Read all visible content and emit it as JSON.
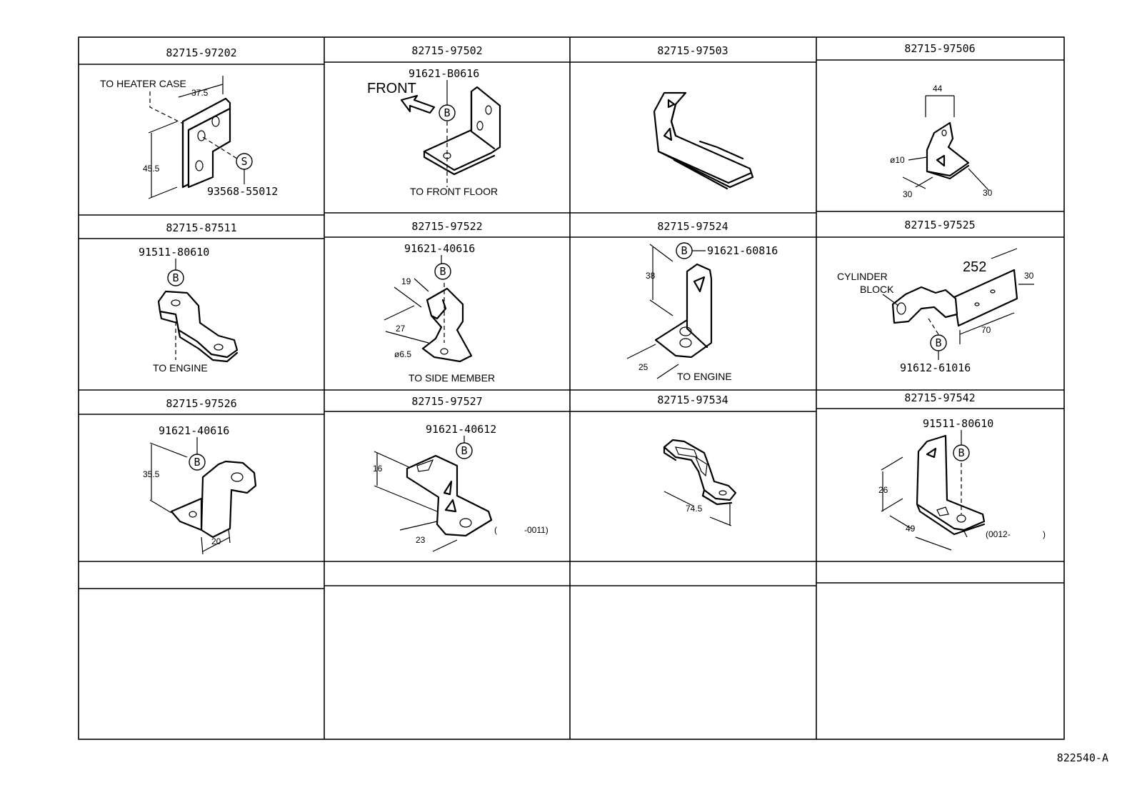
{
  "cells": [
    {
      "part": "82715-97202",
      "labels": {
        "to_heater_case": "TO HEATER CASE",
        "sub_part": "93568-55012",
        "mark": "S"
      },
      "dims": {
        "width": "37.5",
        "height": "45.5"
      }
    },
    {
      "part": "82715-97502",
      "labels": {
        "front": "FRONT",
        "sub_part": "91621-B0616",
        "mark": "B",
        "to_front_floor": "TO FRONT FLOOR"
      }
    },
    {
      "part": "82715-97503"
    },
    {
      "part": "82715-97506",
      "dims": {
        "top": "44",
        "hole": "ø10",
        "left": "30",
        "right": "30"
      }
    },
    {
      "part": "82715-87511",
      "labels": {
        "sub_part": "91511-80610",
        "mark": "B",
        "to_engine": "TO ENGINE"
      }
    },
    {
      "part": "82715-97522",
      "labels": {
        "sub_part": "91621-40616",
        "mark": "B",
        "to_side_member": "TO SIDE MEMBER"
      },
      "dims": {
        "a": "19",
        "b": "27",
        "hole": "ø6.5"
      }
    },
    {
      "part": "82715-97524",
      "labels": {
        "sub_part": "91621-60816",
        "mark": "B",
        "to_engine": "TO ENGINE"
      },
      "dims": {
        "height": "38",
        "depth": "25"
      }
    },
    {
      "part": "82715-97525",
      "labels": {
        "cylinder": "CYLINDER",
        "block": "BLOCK",
        "number": "252",
        "sub_part": "91612-61016",
        "mark": "B"
      },
      "dims": {
        "height": "30",
        "length": "70"
      }
    },
    {
      "part": "82715-97526",
      "labels": {
        "sub_part": "91621-40616",
        "mark": "B"
      },
      "dims": {
        "height": "35.5",
        "width": "20"
      }
    },
    {
      "part": "82715-97527",
      "labels": {
        "sub_part": "91621-40612",
        "mark": "B",
        "range_open": "(",
        "range_end": "-0011)"
      },
      "dims": {
        "height": "16",
        "width": "23"
      }
    },
    {
      "part": "82715-97534",
      "dims": {
        "length": "74.5"
      }
    },
    {
      "part": "82715-97542",
      "labels": {
        "sub_part": "91511-80610",
        "mark": "B",
        "range_start": "(0012-",
        "range_close": ")"
      },
      "dims": {
        "height": "26",
        "width": "49"
      }
    }
  ],
  "figure_code": "822540-A"
}
